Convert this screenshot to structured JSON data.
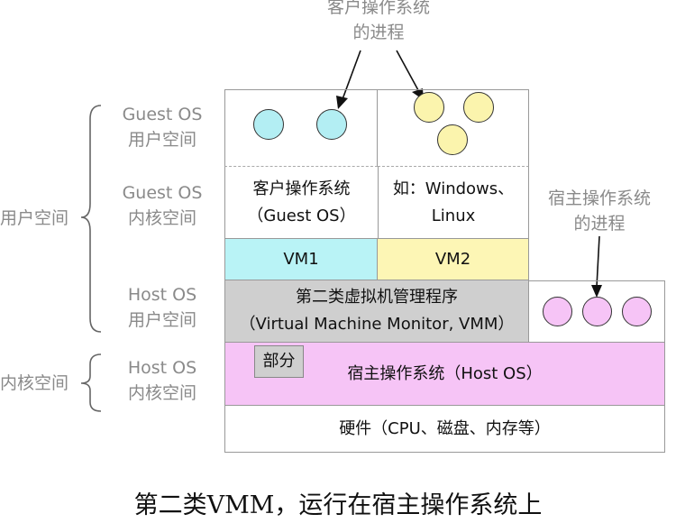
{
  "left_labels": {
    "user_space": "用户空间",
    "kernel_space": "内核空间"
  },
  "row_labels": {
    "guest_user": [
      "Guest OS",
      "用户空间"
    ],
    "guest_kernel": [
      "Guest OS",
      "内核空间"
    ],
    "host_user": [
      "Host OS",
      "用户空间"
    ],
    "host_kernel": [
      "Host OS",
      "内核空间"
    ]
  },
  "callouts": {
    "guest_processes": [
      "客户操作系统",
      "的进程"
    ],
    "host_processes": [
      "宿主操作系统",
      "的进程"
    ]
  },
  "vm1": {
    "os_line1": "客户操作系统",
    "os_line2": "（Guest OS）",
    "label": "VM1"
  },
  "vm2": {
    "os_line1": "如：Windows、",
    "os_line2": "Linux",
    "label": "VM2"
  },
  "vmm": {
    "line1": "第二类虚拟机管理程序",
    "line2": "（Virtual Machine Monitor, VMM）"
  },
  "host_os": {
    "part_label": "部分",
    "label": "宿主操作系统（Host OS）"
  },
  "hardware": "硬件（CPU、磁盘、内存等）",
  "caption": "第二类VMM，运行在宿主操作系统上",
  "colors": {
    "vm1_fill": "#b9f3f6",
    "vm2_fill": "#fdf6b5",
    "vmm_fill": "#cfcfcf",
    "host_fill": "#f6c4f6",
    "guest_circle": "#b3eef3",
    "vm2_circle": "#fbf4ad",
    "host_circle": "#f6c4f6"
  }
}
